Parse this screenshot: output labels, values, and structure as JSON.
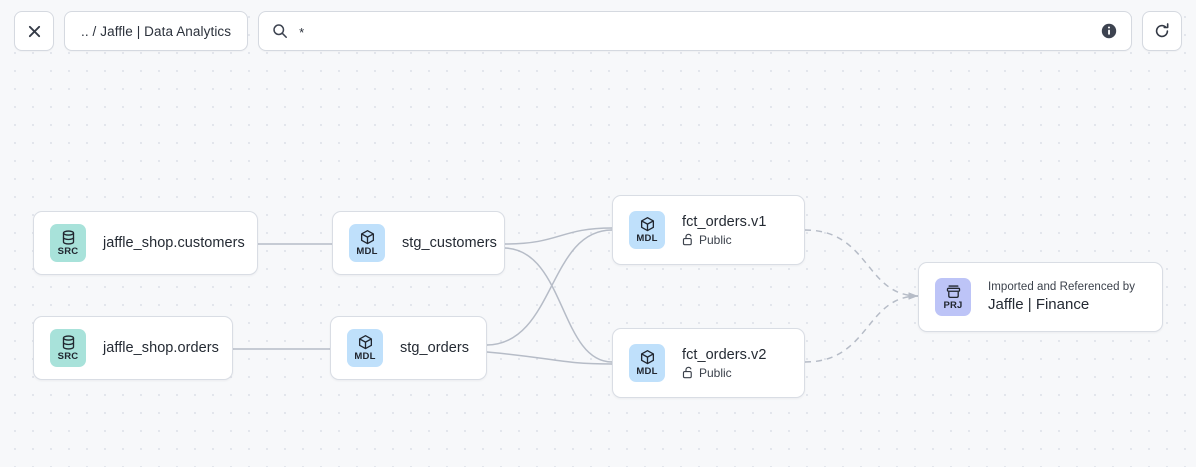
{
  "toolbar": {
    "close_label": "close-icon",
    "breadcrumb": ".. / Jaffle | Data Analytics",
    "search": {
      "icon": "search-icon",
      "value": "*",
      "placeholder": "*",
      "info_icon": "info-icon"
    },
    "refresh_label": "refresh-icon"
  },
  "canvas": {
    "background_color": "#f7f8fa",
    "dot_color": "#dfe2e9",
    "edge_color": "#b6bcc7"
  },
  "badges": {
    "src": {
      "text": "SRC",
      "color": "#a8e2da",
      "icon": "database-icon"
    },
    "mdl": {
      "text": "MDL",
      "color": "#bfe0fb",
      "icon": "cube-icon"
    },
    "prj": {
      "text": "PRJ",
      "color": "#bdc4f7",
      "icon": "project-box-icon"
    }
  },
  "nodes": [
    {
      "id": "src_customers",
      "type": "SRC",
      "title": "jaffle_shop.customers"
    },
    {
      "id": "src_orders",
      "type": "SRC",
      "title": "jaffle_shop.orders"
    },
    {
      "id": "stg_customers",
      "type": "MDL",
      "title": "stg_customers"
    },
    {
      "id": "stg_orders",
      "type": "MDL",
      "title": "stg_orders"
    },
    {
      "id": "fct_v1",
      "type": "MDL",
      "title": "fct_orders.v1",
      "access": "Public",
      "access_icon": "unlock-icon"
    },
    {
      "id": "fct_v2",
      "type": "MDL",
      "title": "fct_orders.v2",
      "access": "Public",
      "access_icon": "unlock-icon"
    },
    {
      "id": "prj_finance",
      "type": "PRJ",
      "caption": "Imported and Referenced by",
      "title": "Jaffle | Finance"
    }
  ]
}
